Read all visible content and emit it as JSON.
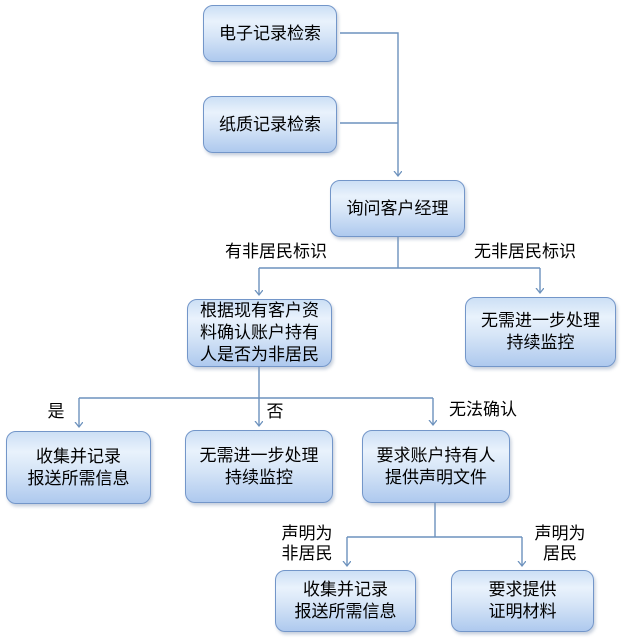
{
  "diagram": {
    "nodes": [
      {
        "id": "electronic-record-search",
        "lines": [
          "电子记录检索"
        ]
      },
      {
        "id": "paper-record-search",
        "lines": [
          "纸质记录检索"
        ]
      },
      {
        "id": "ask-account-manager",
        "lines": [
          "询问客户经理"
        ]
      },
      {
        "id": "confirm-if-nonresident",
        "lines": [
          "根据现有客户资",
          "料确认账户持有",
          "人是否为非居民"
        ]
      },
      {
        "id": "no-further-processing-1",
        "lines": [
          "无需进一步处理",
          "持续监控"
        ]
      },
      {
        "id": "collect-record-info-1",
        "lines": [
          "收集并记录",
          "报送所需信息"
        ]
      },
      {
        "id": "no-further-processing-2",
        "lines": [
          "无需进一步处理",
          "持续监控"
        ]
      },
      {
        "id": "require-declaration",
        "lines": [
          "要求账户持有人",
          "提供声明文件"
        ]
      },
      {
        "id": "collect-record-info-2",
        "lines": [
          "收集并记录",
          "报送所需信息"
        ]
      },
      {
        "id": "require-proof-materials",
        "lines": [
          "要求提供",
          "证明材料"
        ]
      }
    ],
    "edge_labels": {
      "has_nonresident_flag": "有非居民标识",
      "no_nonresident_flag": "无非居民标识",
      "yes": "是",
      "no": "否",
      "cannot_confirm": "无法确认",
      "declared_nonresident": [
        "声明为",
        "非居民"
      ],
      "declared_resident": [
        "声明为",
        "居民"
      ]
    },
    "colors": {
      "node_border": "#7396c9",
      "node_fill_top": "#e9f2fc",
      "node_fill_bottom": "#aec9ee",
      "connector": "#6d92bd",
      "text": "#000000",
      "background": "#ffffff"
    }
  }
}
